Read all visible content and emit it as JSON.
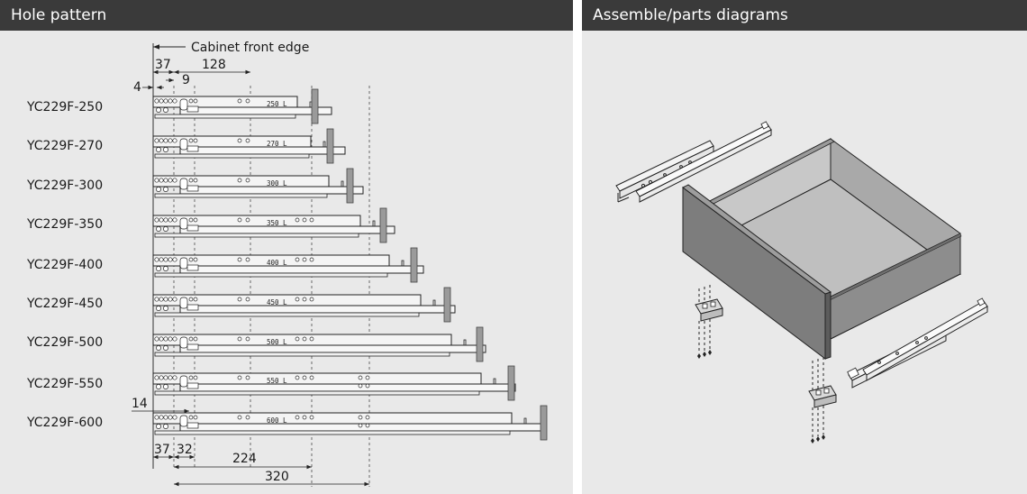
{
  "left_panel": {
    "title": "Hole pattern",
    "cabinet_front_label": "Cabinet front edge",
    "top_dimensions": [
      "4",
      "37",
      "9",
      "128"
    ],
    "bottom_dimensions": [
      "14",
      "37",
      "32",
      "224",
      "320"
    ],
    "models": [
      {
        "name": "YC229F-250",
        "rail_label": "250 L"
      },
      {
        "name": "YC229F-270",
        "rail_label": "270 L"
      },
      {
        "name": "YC229F-300",
        "rail_label": "300 L"
      },
      {
        "name": "YC229F-350",
        "rail_label": "350 L"
      },
      {
        "name": "YC229F-400",
        "rail_label": "400 L"
      },
      {
        "name": "YC229F-450",
        "rail_label": "450 L"
      },
      {
        "name": "YC229F-500",
        "rail_label": "500 L"
      },
      {
        "name": "YC229F-550",
        "rail_label": "550 L"
      },
      {
        "name": "YC229F-600",
        "rail_label": "600 L"
      }
    ]
  },
  "right_panel": {
    "title": "Assemble/parts diagrams"
  },
  "colors": {
    "header_bg": "#3a3a3a",
    "panel_bg": "#e9e9e9",
    "drawer_front": "#7d7d7d",
    "drawer_inner": "#b9b9b9",
    "rail_fill": "#f4f4f4"
  }
}
